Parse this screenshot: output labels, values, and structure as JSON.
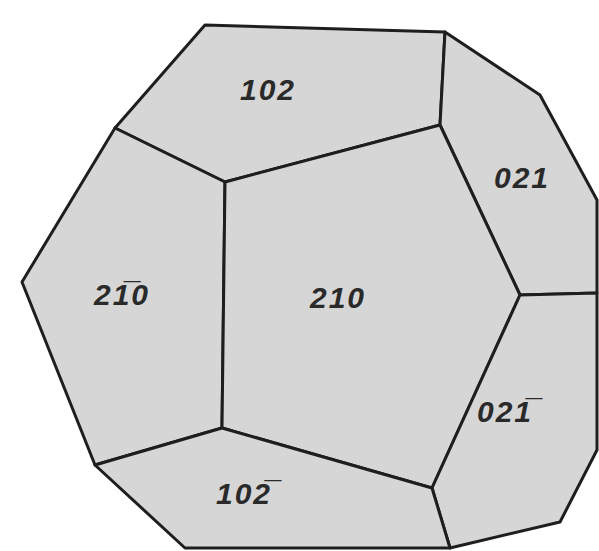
{
  "diagram": {
    "nodes": [
      {
        "text": [
          "102"
        ]
      },
      {
        "text": [
          "021"
        ]
      },
      {
        "text": [
          "21̅0"
        ]
      },
      {
        "text": [
          "210"
        ]
      },
      {
        "text": [
          "021̅"
        ]
      },
      {
        "text": [
          "102̅"
        ]
      }
    ]
  }
}
